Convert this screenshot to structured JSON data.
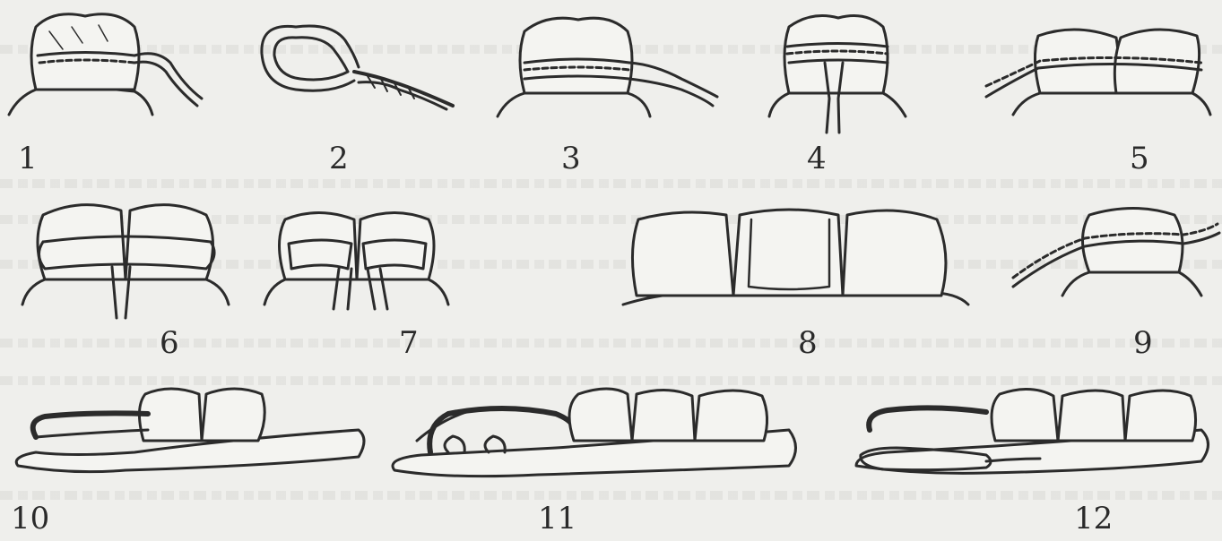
{
  "figure": {
    "labels": [
      "1",
      "2",
      "3",
      "4",
      "5",
      "6",
      "7",
      "8",
      "9",
      "10",
      "11",
      "12"
    ]
  }
}
